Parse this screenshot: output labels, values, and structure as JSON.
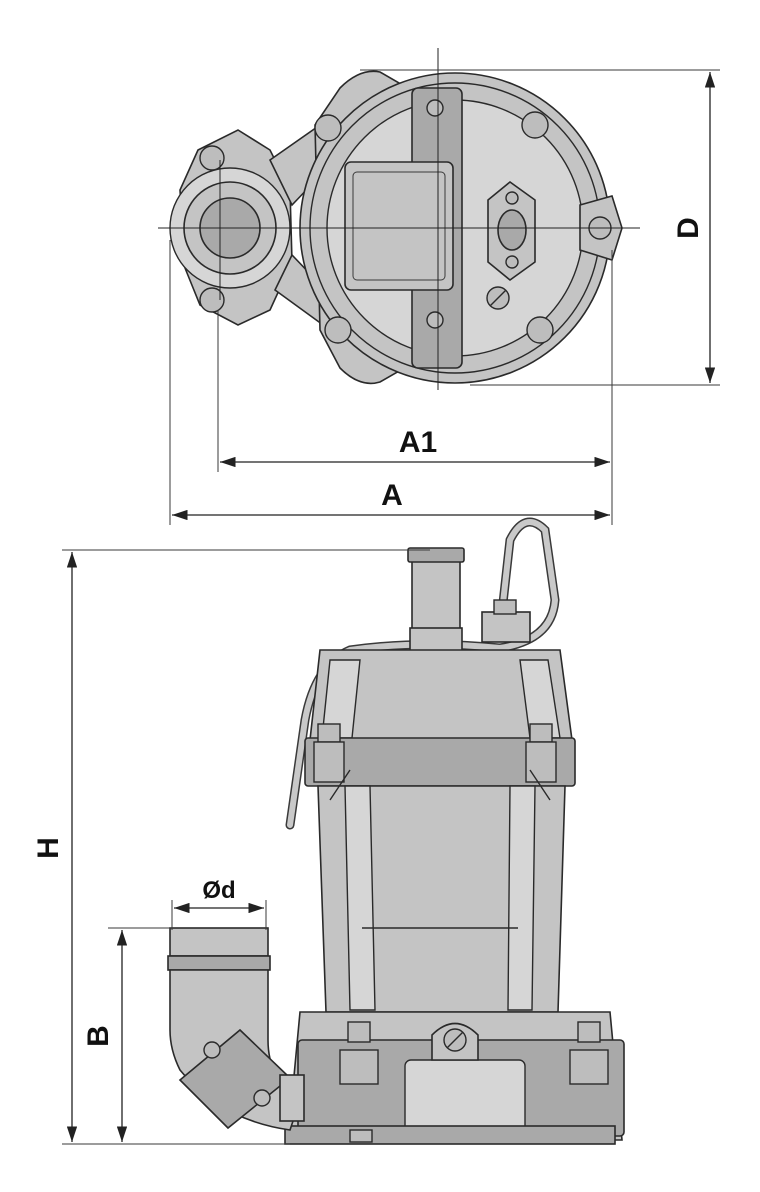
{
  "dimensions": {
    "top_width_inner": "A1",
    "top_width_outer": "A",
    "top_diameter": "D",
    "total_height": "H",
    "outlet_height": "B",
    "outlet_diameter": "Ød"
  },
  "colors": {
    "body": "#c4c4c4",
    "outline": "#2a2a2a",
    "background": "#ffffff"
  }
}
